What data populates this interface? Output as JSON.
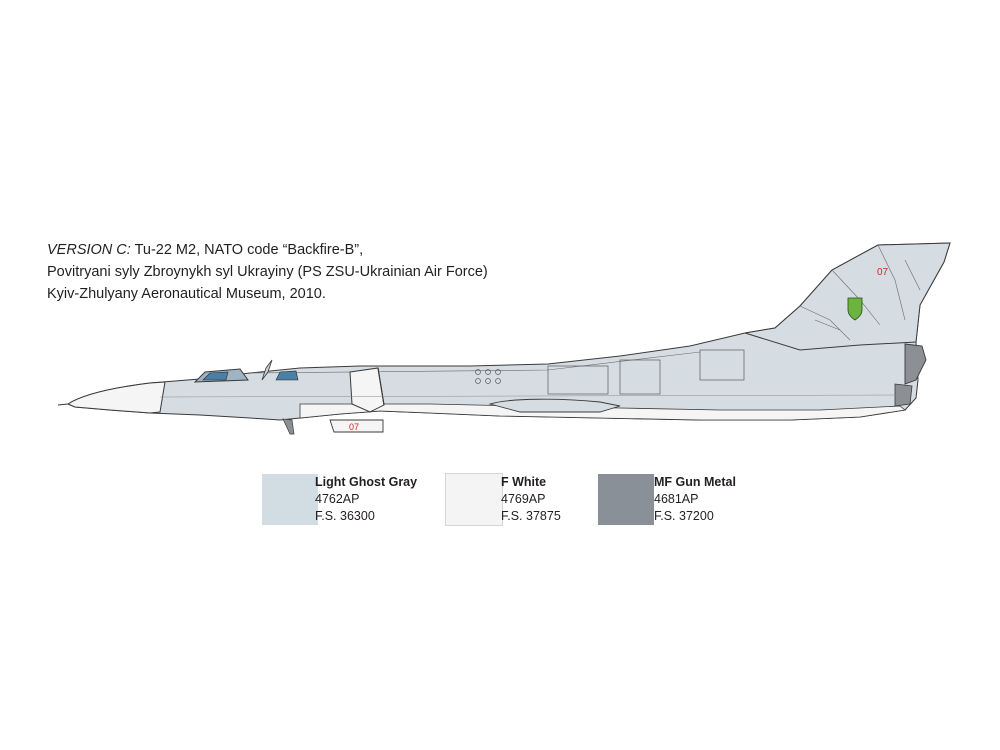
{
  "caption": {
    "version_label": "VERSION C:",
    "line1_rest": " Tu-22 M2, NATO code “Backfire-B”,",
    "line2": "Povitryani syly Zbroynykh syl Ukrayiny (PS ZSU-Ukrainian Air Force)",
    "line3": "Kyiv-Zhulyany Aeronautical Museum, 2010."
  },
  "aircraft": {
    "nose_gear_marking": "07",
    "tail_marking": "07",
    "colors": {
      "light_ghost_gray": "#d6dde2",
      "white": "#f5f5f5",
      "gun_metal": "#8c9095",
      "canopy": "#4a7fa8",
      "insignia_green": "#6db33f",
      "marking_red": "#d2232a",
      "outline": "#3a3a3a"
    }
  },
  "swatches": [
    {
      "name": "Light Ghost Gray",
      "code": "4762AP",
      "fs": "F.S. 36300",
      "color": "#d2dce3"
    },
    {
      "name": "F White",
      "code": "4769AP",
      "fs": "F.S. 37875",
      "color": "#f4f4f4"
    },
    {
      "name": "MF Gun Metal",
      "code": "4681AP",
      "fs": "F.S. 37200",
      "color": "#8a9097"
    }
  ]
}
